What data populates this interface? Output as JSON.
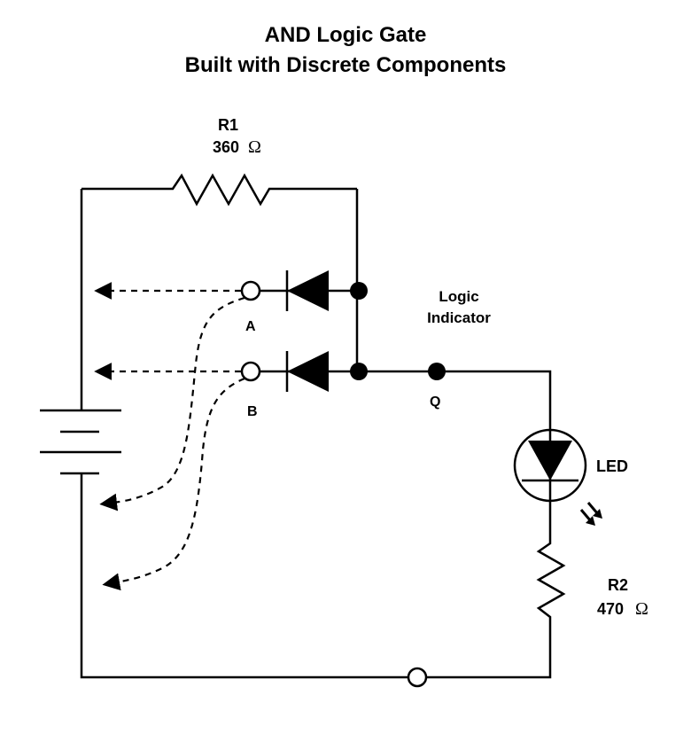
{
  "title": {
    "line1": "AND Logic Gate",
    "line2": "Built with Discrete Components"
  },
  "labels": {
    "r1_name": "R1",
    "r1_value": "360",
    "r2_name": "R2",
    "r2_value": "470",
    "ohm_symbol": "Ω",
    "input_a": "A",
    "input_b": "B",
    "output_q": "Q",
    "logic_indicator_line1": "Logic",
    "logic_indicator_line2": "Indicator",
    "led": "LED"
  }
}
